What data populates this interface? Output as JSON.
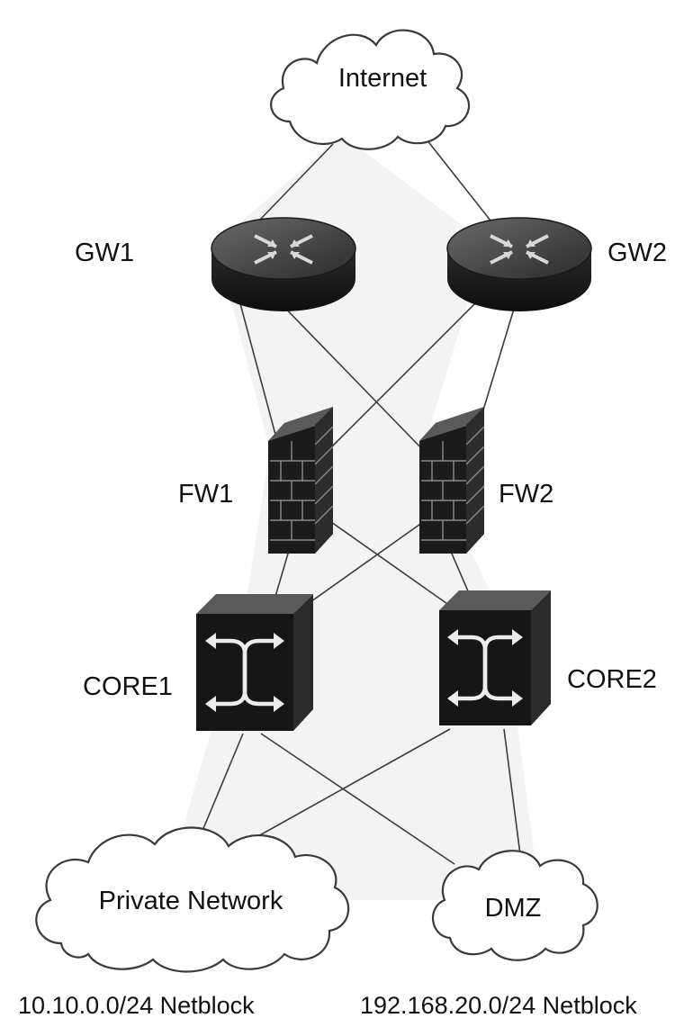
{
  "nodes": {
    "internet": {
      "label": "Internet",
      "icon": "cloud-icon"
    },
    "gw1": {
      "label": "GW1",
      "icon": "router-icon"
    },
    "gw2": {
      "label": "GW2",
      "icon": "router-icon"
    },
    "fw1": {
      "label": "FW1",
      "icon": "firewall-icon"
    },
    "fw2": {
      "label": "FW2",
      "icon": "firewall-icon"
    },
    "core1": {
      "label": "CORE1",
      "icon": "switch-icon"
    },
    "core2": {
      "label": "CORE2",
      "icon": "switch-icon"
    },
    "private": {
      "label": "Private Network",
      "icon": "cloud-icon",
      "netblock": "10.10.0.0/24 Netblock"
    },
    "dmz": {
      "label": "DMZ",
      "icon": "cloud-icon",
      "netblock": "192.168.20.0/24 Netblock"
    }
  },
  "links": [
    [
      "internet",
      "gw1"
    ],
    [
      "internet",
      "gw2"
    ],
    [
      "gw1",
      "fw1"
    ],
    [
      "gw1",
      "fw2"
    ],
    [
      "gw2",
      "fw1"
    ],
    [
      "gw2",
      "fw2"
    ],
    [
      "fw1",
      "core1"
    ],
    [
      "fw1",
      "core2"
    ],
    [
      "fw2",
      "core1"
    ],
    [
      "fw2",
      "core2"
    ],
    [
      "core1",
      "private"
    ],
    [
      "core1",
      "dmz"
    ],
    [
      "core2",
      "private"
    ],
    [
      "core2",
      "dmz"
    ]
  ],
  "colors": {
    "device": "#1c1c1c",
    "device_top": "#5a5a5a",
    "link": "#3c3c3c",
    "shadow": "#f0f0f0"
  }
}
